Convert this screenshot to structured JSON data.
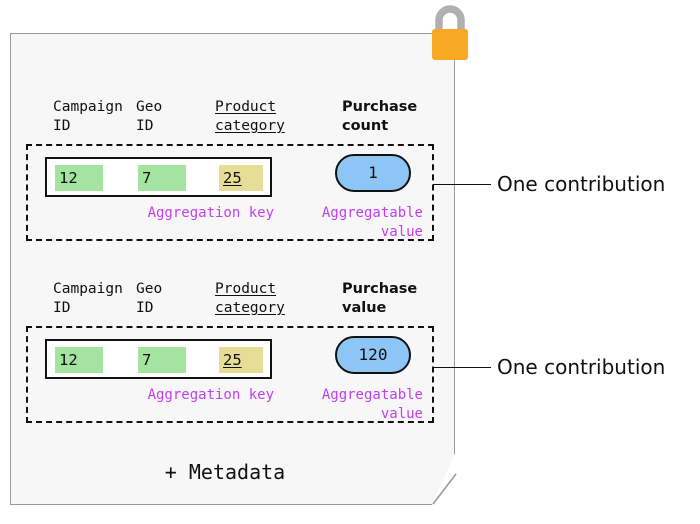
{
  "diagram": {
    "lock_icon": "padlock-icon",
    "metadata_label": "+ Metadata",
    "colors": {
      "card_bg": "#f7f7f7",
      "card_border": "#9a9a9a",
      "lock_body": "#f9a825",
      "lock_shackle": "#b0b0b0",
      "key_highlight_green": "#a5e3a0",
      "key_highlight_yellow": "#e6dd96",
      "value_pill_blue": "#8dc5f7",
      "annotation_purple": "#c13ff0",
      "stroke_black": "#111111"
    }
  },
  "contributions": [
    {
      "headers": {
        "campaign": "Campaign\nID",
        "geo": "Geo\nID",
        "product": "Product\ncategory",
        "measure": "Purchase\ncount"
      },
      "aggregation_key": {
        "label": "Aggregation key",
        "fields": [
          {
            "name": "campaign-id",
            "value": "12",
            "highlight": "green"
          },
          {
            "name": "geo-id",
            "value": "7",
            "highlight": "green"
          },
          {
            "name": "product-category",
            "value": "25",
            "highlight": "yellow"
          }
        ]
      },
      "aggregatable_value": {
        "label": "Aggregatable\nvalue",
        "value": "1"
      },
      "callout": "One contribution"
    },
    {
      "headers": {
        "campaign": "Campaign\nID",
        "geo": "Geo\nID",
        "product": "Product\ncategory",
        "measure": "Purchase\nvalue"
      },
      "aggregation_key": {
        "label": "Aggregation key",
        "fields": [
          {
            "name": "campaign-id",
            "value": "12",
            "highlight": "green"
          },
          {
            "name": "geo-id",
            "value": "7",
            "highlight": "green"
          },
          {
            "name": "product-category",
            "value": "25",
            "highlight": "yellow"
          }
        ]
      },
      "aggregatable_value": {
        "label": "Aggregatable\nvalue",
        "value": "120"
      },
      "callout": "One contribution"
    }
  ]
}
